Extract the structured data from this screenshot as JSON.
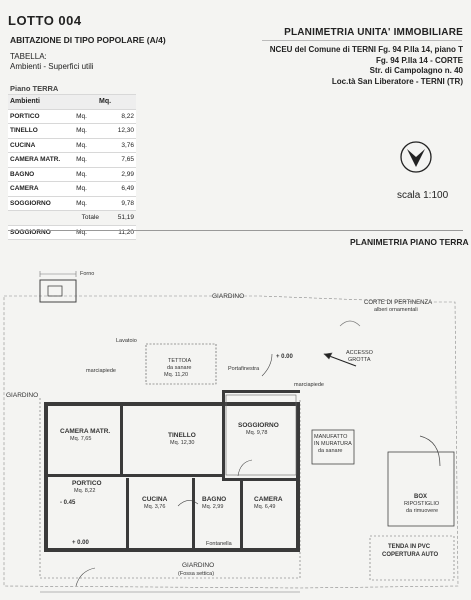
{
  "header": {
    "lotto": "LOTTO 004",
    "abitazione": "ABITAZIONE DI TIPO POPOLARE (A/4)",
    "tabella_line1": "TABELLA:",
    "tabella_line2": "Ambienti - Superfici utili",
    "right_title": "PLANIMETRIA UNITA' IMMOBILIARE",
    "address_lines": [
      "NCEU del Comune di TERNI Fg. 94 P.lla 14, piano T",
      "Fg. 94 P.lla 14 - CORTE",
      "Str. di Campolagno n. 40",
      "Loc.tà San Liberatore - TERNI (TR)"
    ],
    "scale": "scala 1:100",
    "plan_title": "PLANIMETRIA PIANO TERRA"
  },
  "table": {
    "section": "Piano TERRA",
    "col_ambienti": "Ambienti",
    "col_mq": "Mq.",
    "unit": "Mq.",
    "rows": [
      {
        "room": "PORTICO",
        "value": "8,22"
      },
      {
        "room": "TINELLO",
        "value": "12,30"
      },
      {
        "room": "CUCINA",
        "value": "3,76"
      },
      {
        "room": "CAMERA MATR.",
        "value": "7,65"
      },
      {
        "room": "BAGNO",
        "value": "2,99"
      },
      {
        "room": "CAMERA",
        "value": "6,49"
      },
      {
        "room": "SOGGIORNO",
        "value": "9,78"
      }
    ],
    "total_label": "Totale",
    "total_value": "51,19",
    "extra_room": "SOGGIORNO",
    "extra_value": "11,20"
  },
  "plan": {
    "forno": "Forno",
    "giardino_top": "GIARDINO",
    "giardino_left": "GIARDINO",
    "giardino_bottom": "GIARDINO",
    "fossa": "(Fossa settica)",
    "corte_line1": "CORTE DI PERTINENZA",
    "corte_line2": "alberi ornamentali",
    "accesso_line1": "ACCESSO",
    "accesso_line2": "GROTTA",
    "tettoia_line1": "TETTOIA",
    "tettoia_line2": "da sanare",
    "tettoia_line3": "Mq. 11,20",
    "lavatoio": "Lavatoio",
    "marciapiede": "marciapiede",
    "portafinestra": "Portafinestra",
    "quota_plus": "+ 0.00",
    "quota_minus": "- 0.45",
    "quota_zero": "+ 0.00",
    "manufatto_line1": "MANUFATTO",
    "manufatto_line2": "IN MURATURA",
    "manufatto_line3": "da sanare",
    "box_line1": "BOX",
    "box_line2": "RIPOSTIGLIO",
    "box_line3": "da rimuovere",
    "tenda_line1": "TENDA IN PVC",
    "tenda_line2": "COPERTURA AUTO",
    "fontanella": "Fontanella",
    "rooms": {
      "camera_matr": "CAMERA MATR.",
      "camera_matr_mq": "Mq. 7,65",
      "tinello": "TINELLO",
      "tinello_mq": "Mq. 12,30",
      "soggiorno": "SOGGIORNO",
      "soggiorno_mq": "Mq. 9,78",
      "portico": "PORTICO",
      "portico_mq": "Mq. 8,22",
      "cucina": "CUCINA",
      "cucina_mq": "Mq. 3,76",
      "bagno": "BAGNO",
      "bagno_mq": "Mq. 2,99",
      "camera": "CAMERA",
      "camera_mq": "Mq. 6,49"
    }
  }
}
